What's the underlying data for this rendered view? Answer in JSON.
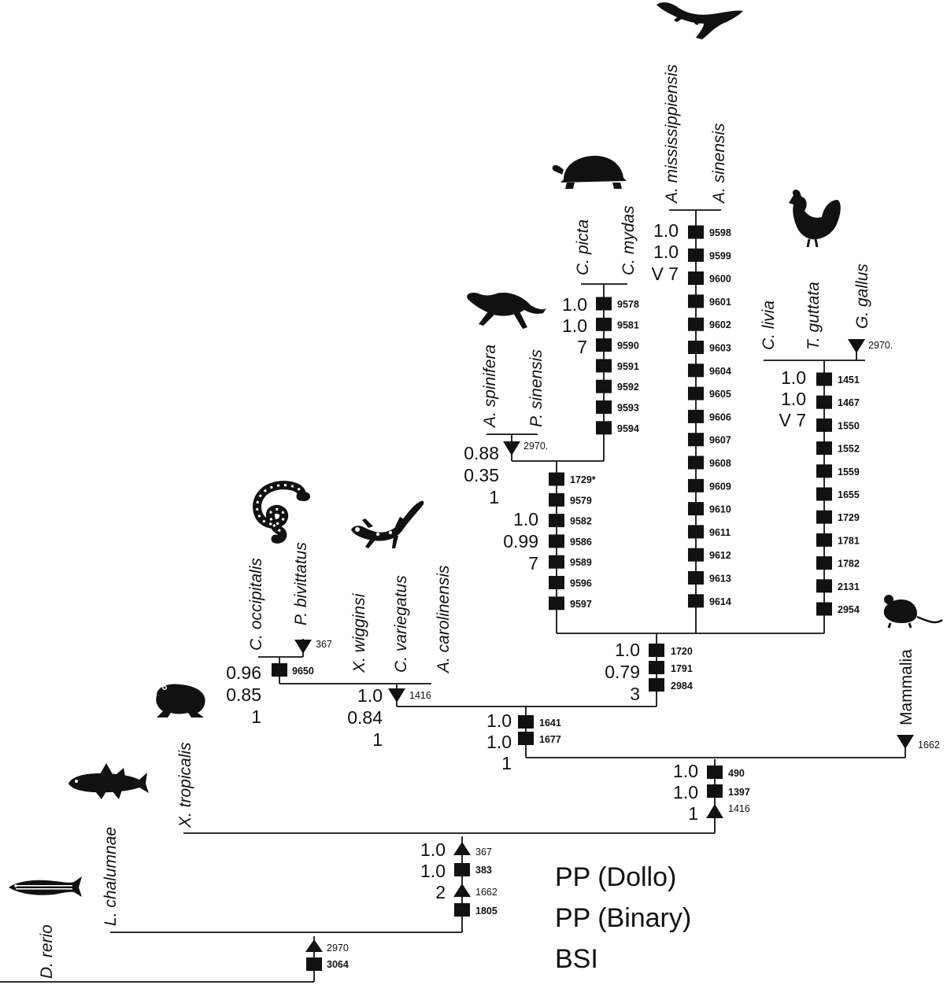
{
  "taxa": {
    "d_rerio": "D. rerio",
    "l_chalumnae": "L. chalumnae",
    "x_tropicalis": "X. tropicalis",
    "c_occipitalis": "C. occipitalis",
    "p_bivittatus": "P. bivittatus",
    "x_wigginsi": "X. wigginsi",
    "c_variegatus": "C. variegatus",
    "a_carolinensis": "A. carolinensis",
    "a_spinifera": "A. spinifera",
    "p_sinensis": "P. sinensis",
    "c_picta": "C. picta",
    "c_mydas": "C. mydas",
    "a_mississippiensis": "A. mississippiensis",
    "a_sinensis": "A. sinensis",
    "c_livia": "C. livia",
    "t_guttata": "T. guttata",
    "g_gallus": "G. gallus",
    "mammalia": "Mammalia"
  },
  "legend": [
    "PP (Dollo)",
    "PP (Binary)",
    "BSI"
  ],
  "node_support": {
    "root": [
      "1.0",
      "1.0",
      "2"
    ],
    "tetrapoda": [
      "1.0",
      "1.0",
      "1"
    ],
    "sauria": [
      "1.0",
      "1.0",
      "1"
    ],
    "squamata": [
      "1.0",
      "0.84",
      "1"
    ],
    "serpentes": [
      "0.96",
      "0.85",
      "1"
    ],
    "archelosauria": [
      "1.0",
      "0.79",
      "3"
    ],
    "testudines": [
      "0.88",
      "0.35",
      "1"
    ],
    "turtle_node": [
      "1.0",
      "0.99",
      "7"
    ],
    "cryptodira": [
      "1.0",
      "1.0",
      "7"
    ],
    "crocodylia": [
      "1.0",
      "1.0",
      "V 7"
    ],
    "aves": [
      "1.0",
      "1.0",
      "V 7"
    ]
  },
  "characters": {
    "base": [
      "2970",
      "3064"
    ],
    "root": [
      "367",
      "383",
      "1662",
      "1805"
    ],
    "tetrapoda": [
      "490",
      "1397",
      "1416"
    ],
    "sauria": [
      "1641",
      "1677"
    ],
    "mammalia": [
      "1662"
    ],
    "archelosauria": [
      "1720",
      "1791",
      "2984"
    ],
    "squamata": [
      "1416"
    ],
    "serpentes": [
      "9650"
    ],
    "p_bivittatus": [
      "367"
    ],
    "turtle_node": [
      "1729*",
      "9579",
      "9582",
      "9586",
      "9589",
      "9596",
      "9597"
    ],
    "testudines": [
      "2970."
    ],
    "cryptodira": [
      "9578",
      "9581",
      "9590",
      "9591",
      "9592",
      "9593",
      "9594"
    ],
    "crocodylia": [
      "9598",
      "9599",
      "9600",
      "9601",
      "9602",
      "9603",
      "9604",
      "9605",
      "9606",
      "9607",
      "9608",
      "9609",
      "9610",
      "9611",
      "9612",
      "9613",
      "9614"
    ],
    "aves": [
      "1451",
      "1467",
      "1550",
      "1552",
      "1559",
      "1655",
      "1729",
      "1781",
      "1782",
      "2131",
      "2954"
    ],
    "g_gallus": [
      "2970."
    ]
  },
  "icons": [
    "zebrafish-icon",
    "coelacanth-icon",
    "frog-icon",
    "snake-icon",
    "lizard-icon",
    "softshell-turtle-icon",
    "turtle-icon",
    "alligator-icon",
    "rooster-icon",
    "mouse-icon"
  ]
}
